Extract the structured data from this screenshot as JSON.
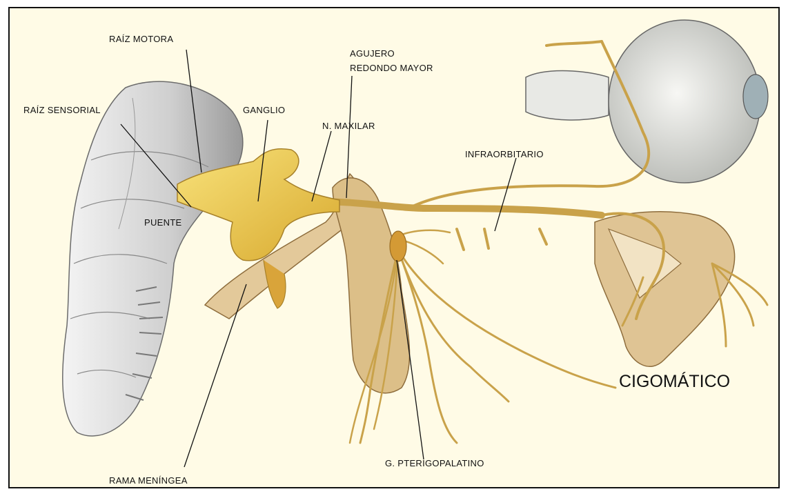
{
  "labels": {
    "raiz_motora": "RAÍZ MOTORA",
    "raiz_sensorial": "RAÍZ SENSORIAL",
    "ganglio": "GANGLIO",
    "agujero_line1": "AGUJERO",
    "agujero_line2": "REDONDO MAYOR",
    "n_maxilar": "N. MAXILAR",
    "infraorbitario": "INFRAORBITARIO",
    "puente": "PUENTE",
    "cigomatico": "CIGOMÁTICO",
    "g_pterigopalatino": "G. PTERIGOPALATINO",
    "rama_meningea": "RAMA MENÍNGEA"
  },
  "colors": {
    "background": "#fffbe6",
    "nerve": "#c9a24a",
    "ganglion": "#f2cf4f",
    "bone": "#e3c99a",
    "brainstem": "#d9d9d9",
    "eyeball": "#e6e7e3"
  }
}
